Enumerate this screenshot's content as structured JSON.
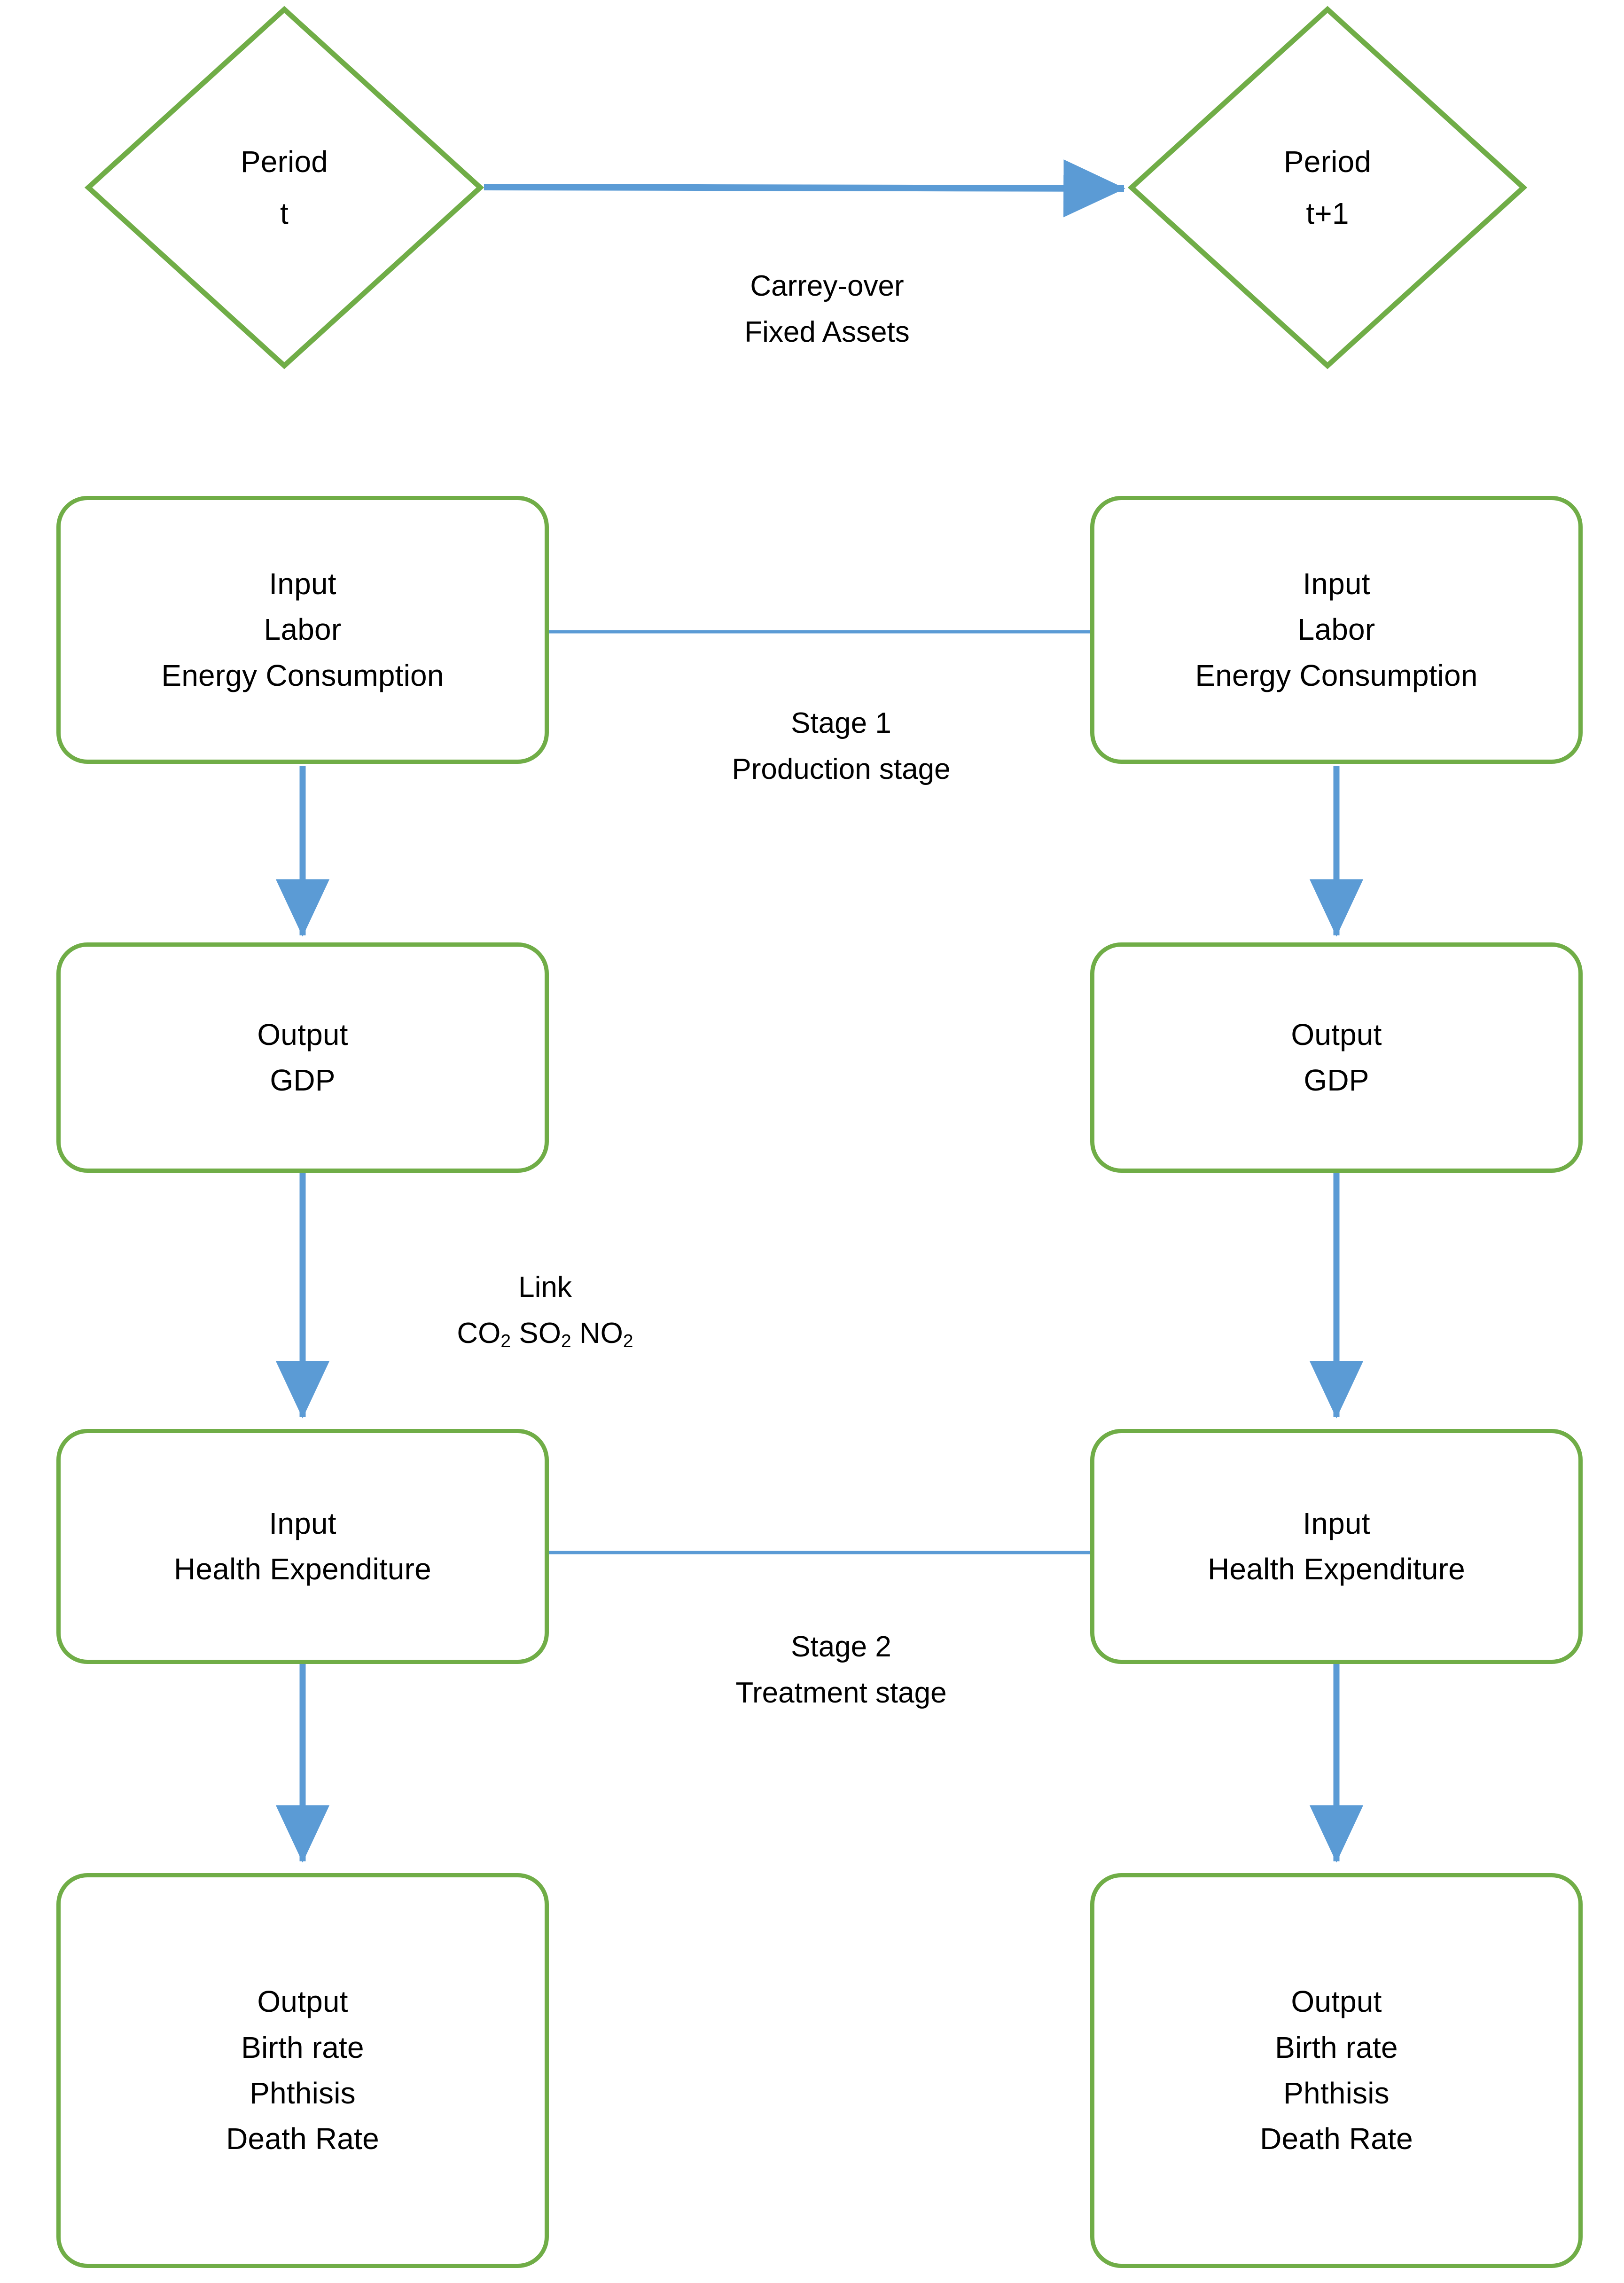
{
  "diagram": {
    "title": "Two-stage network DEA structure with carry-over between periods",
    "colors": {
      "node_border": "#70AD47",
      "connector": "#5B9BD5",
      "text": "#000000",
      "background": "#FFFFFF"
    }
  },
  "periods": [
    {
      "id": "period-t",
      "line1": "Period",
      "line2": "t"
    },
    {
      "id": "period-t1",
      "line1": "Period",
      "line2": "t+1"
    }
  ],
  "carryover": {
    "line1": "Carrey-over",
    "line2": "Fixed Assets"
  },
  "stage1": {
    "line1": "Stage 1",
    "line2": "Production stage"
  },
  "link": {
    "line1": "Link",
    "line2_prefix": "CO",
    "line2_full": "CO2 SO2 NO2",
    "parts": [
      {
        "base": "CO",
        "sub": "2"
      },
      {
        "base": "SO",
        "sub": "2"
      },
      {
        "base": "NO",
        "sub": "2"
      }
    ]
  },
  "stage2": {
    "line1": "Stage 2",
    "line2": "Treatment stage"
  },
  "columns": {
    "left": {
      "stage1_input": {
        "kind": "Input",
        "items": [
          "Labor",
          "Energy Consumption"
        ]
      },
      "stage1_output": {
        "kind": "Output",
        "items": [
          "GDP"
        ]
      },
      "stage2_input": {
        "kind": "Input",
        "items": [
          "Health Expenditure"
        ]
      },
      "stage2_output": {
        "kind": "Output",
        "items": [
          "Birth rate",
          "Phthisis",
          "Death Rate"
        ]
      }
    },
    "right": {
      "stage1_input": {
        "kind": "Input",
        "items": [
          "Labor",
          "Energy Consumption"
        ]
      },
      "stage1_output": {
        "kind": "Output",
        "items": [
          "GDP"
        ]
      },
      "stage2_input": {
        "kind": "Input",
        "items": [
          "Health Expenditure"
        ]
      },
      "stage2_output": {
        "kind": "Output",
        "items": [
          "Birth rate",
          "Phthisis",
          "Death Rate"
        ]
      }
    }
  }
}
